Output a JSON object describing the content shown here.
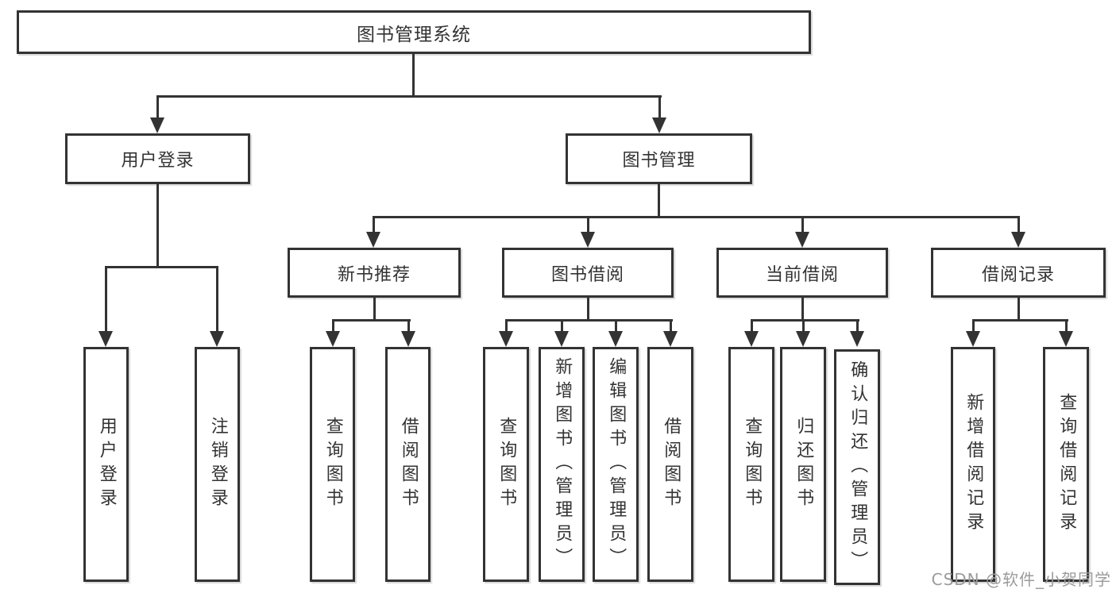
{
  "diagram": {
    "root": "图书管理系统",
    "branches": {
      "user_login": "用户登录",
      "book_management": "图书管理"
    },
    "modules": {
      "new_book_recommend": "新书推荐",
      "book_borrow": "图书借阅",
      "current_borrow": "当前借阅",
      "borrow_records": "借阅记录"
    },
    "leaves": {
      "user_login": "用户登录",
      "logout": "注销登录",
      "recommend_query_book": "查询图书",
      "recommend_borrow_book": "借阅图书",
      "borrow_query_book": "查询图书",
      "borrow_add_book": "新增图书（管理员）",
      "borrow_edit_book": "编辑图书（管理员）",
      "borrow_borrow_book": "借阅图书",
      "current_query_book": "查询图书",
      "current_return_book": "归还图书",
      "current_confirm_return": "确认归还（管理员）",
      "records_add_record": "新增借阅记录",
      "records_query_record": "查询借阅记录"
    }
  },
  "watermark": "CSDN @软件_小贺同学",
  "colors": {
    "line": "#333333",
    "text": "#333333",
    "watermark": "#9b9b9b",
    "box_fill": "#ffffff"
  }
}
